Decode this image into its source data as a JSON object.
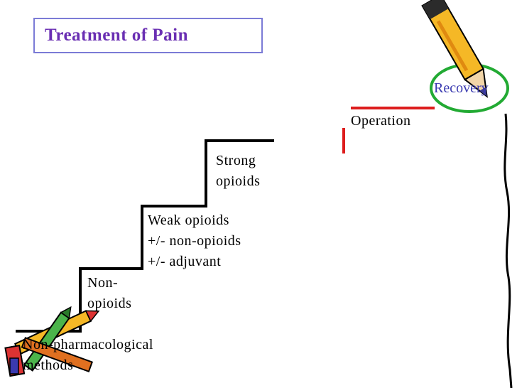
{
  "title": "Treatment of Pain",
  "steps": {
    "step1": "Non-pharmacological methods",
    "step2": "Non-opioids",
    "step3": "Weak opioids +/- non-opioids +/- adjuvant",
    "step4": "Strong opioids"
  },
  "operation": "Operation",
  "recovery": "Recovery",
  "colors": {
    "title": "#6a2fb3",
    "title_border": "#7b7bd6",
    "stairs": "#000000",
    "operation_bar": "#dd1d1d",
    "recovery_circle": "#22aa33"
  },
  "icons": [
    "pencil-icon",
    "crayons-icon"
  ]
}
